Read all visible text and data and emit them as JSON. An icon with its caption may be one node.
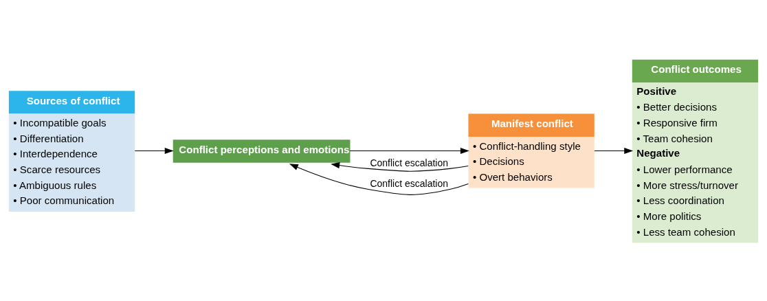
{
  "diagram": {
    "nodes": [
      {
        "text": [
          "Sources of conflict",
          "• Incompatible goals",
          "• Differentiation",
          "• Interdependence",
          "• Scarce resources",
          "• Ambiguous rules",
          "• Poor communication"
        ]
      },
      {
        "text": [
          "Conflict perceptions and emotions"
        ]
      },
      {
        "text": [
          "Manifest conflict",
          "• Conflict-handling style",
          "• Decisions",
          "• Overt behaviors"
        ]
      },
      {
        "text": [
          "Conflict outcomes",
          "Positive",
          "• Better decisions",
          "• Responsive firm",
          "• Team cohesion",
          "Negative",
          "• Lower performance",
          "• More stress/turnover",
          "• Less coordination",
          "• More politics",
          "• Less team cohesion"
        ]
      }
    ],
    "edges": [
      {
        "from": 0,
        "to": 1,
        "arrow": "to"
      },
      {
        "from": 1,
        "to": 2,
        "arrow": "to"
      },
      {
        "from": 2,
        "to": 3,
        "arrow": "to"
      },
      {
        "from": 2,
        "to": 1,
        "arrow": "to",
        "label": "Conflict escalation"
      },
      {
        "from": 2,
        "to": 1,
        "arrow": "to",
        "label": "Conflict escalation"
      }
    ]
  }
}
